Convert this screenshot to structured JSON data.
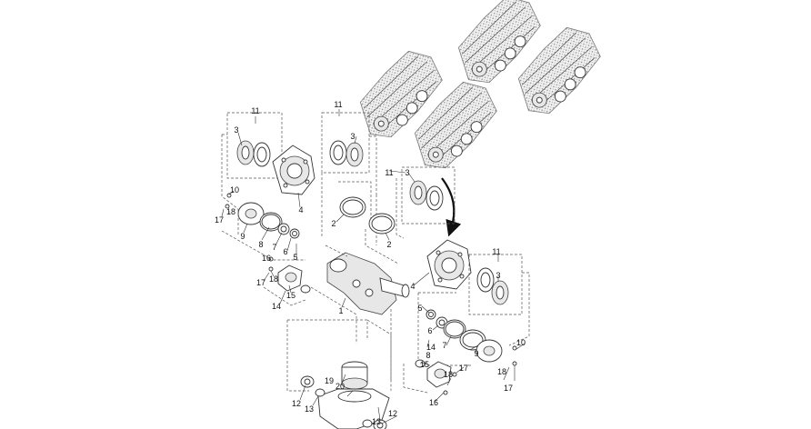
{
  "diagram": {
    "title": "",
    "labels": [
      {
        "id": "l11a",
        "text": "11"
      },
      {
        "id": "l3a",
        "text": "3"
      },
      {
        "id": "l4a",
        "text": "4"
      },
      {
        "id": "l10a",
        "text": "10"
      },
      {
        "id": "l18a",
        "text": "18"
      },
      {
        "id": "l17a",
        "text": "17"
      },
      {
        "id": "l9a",
        "text": "9"
      },
      {
        "id": "l8a",
        "text": "8"
      },
      {
        "id": "l7a",
        "text": "7"
      },
      {
        "id": "l6a",
        "text": "6"
      },
      {
        "id": "l5a",
        "text": "5"
      },
      {
        "id": "l16a",
        "text": "16"
      },
      {
        "id": "l17b",
        "text": "17"
      },
      {
        "id": "l18b",
        "text": "18"
      },
      {
        "id": "l15a",
        "text": "15"
      },
      {
        "id": "l14a",
        "text": "14"
      },
      {
        "id": "l11b",
        "text": "11"
      },
      {
        "id": "l3b",
        "text": "3"
      },
      {
        "id": "l2a",
        "text": "2"
      },
      {
        "id": "l2b",
        "text": "2"
      },
      {
        "id": "l1",
        "text": "1"
      },
      {
        "id": "l11c",
        "text": "11"
      },
      {
        "id": "l3c",
        "text": "3"
      },
      {
        "id": "l11d",
        "text": "11"
      },
      {
        "id": "l3d",
        "text": "3"
      },
      {
        "id": "l4b",
        "text": "4"
      },
      {
        "id": "l5b",
        "text": "5"
      },
      {
        "id": "l6b",
        "text": "6"
      },
      {
        "id": "l7b",
        "text": "7"
      },
      {
        "id": "l8b",
        "text": "8"
      },
      {
        "id": "l14b",
        "text": "14"
      },
      {
        "id": "l15b",
        "text": "15"
      },
      {
        "id": "l9b",
        "text": "9"
      },
      {
        "id": "l10b",
        "text": "10"
      },
      {
        "id": "l18c",
        "text": "18"
      },
      {
        "id": "l17c",
        "text": "17"
      },
      {
        "id": "l18d",
        "text": "18"
      },
      {
        "id": "l17d",
        "text": "17"
      },
      {
        "id": "l16b",
        "text": "16"
      },
      {
        "id": "l19",
        "text": "19"
      },
      {
        "id": "l20",
        "text": "20"
      },
      {
        "id": "l12a",
        "text": "12"
      },
      {
        "id": "l13a",
        "text": "13"
      },
      {
        "id": "l13b",
        "text": "13"
      },
      {
        "id": "l12b",
        "text": "12"
      }
    ]
  }
}
